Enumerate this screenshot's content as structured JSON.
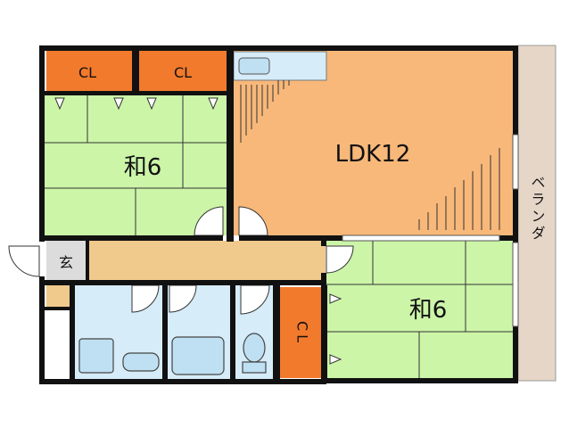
{
  "floor_plan": {
    "rooms": {
      "closet_top_left": "CL",
      "closet_top_right": "CL",
      "ldk": "LDK12",
      "washitsu_left": "和6",
      "washitsu_right": "和6",
      "entrance": "玄",
      "closet_vertical": "CL",
      "balcony": "ベランダ"
    },
    "colors": {
      "tatami": "#ccf5a8",
      "flooring": "#f8b87a",
      "closet": "#f27a2c",
      "corridor": "#f0c98d",
      "wet_area": "#d6ecf8",
      "balcony": "#e6d6c8",
      "wall": "#111111"
    }
  }
}
